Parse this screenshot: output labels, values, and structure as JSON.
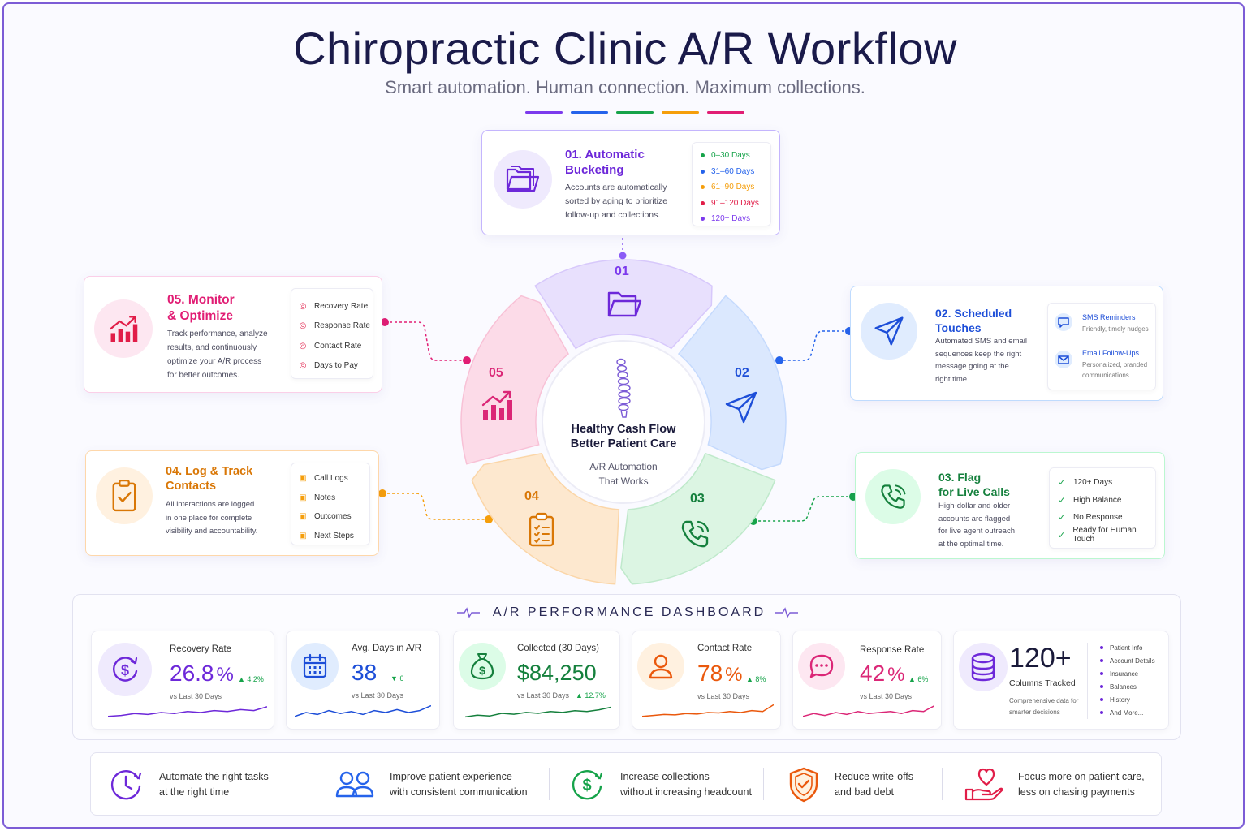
{
  "header": {
    "title": "Chiropractic Clinic A/R Workflow",
    "subtitle": "Smart automation. Human connection. Maximum collections.",
    "accent_colors": [
      "#7c3aed",
      "#2563eb",
      "#16a34a",
      "#f59e0b",
      "#e11d74"
    ]
  },
  "wheel": {
    "center_title_1": "Healthy Cash Flow",
    "center_title_2": "Better Patient Care",
    "center_sub_1": "A/R Automation",
    "center_sub_2": "That Works",
    "segments": [
      {
        "num": "01",
        "color": "#8b5cf6",
        "icon": "folder-icon"
      },
      {
        "num": "02",
        "color": "#3b82f6",
        "icon": "send-icon"
      },
      {
        "num": "03",
        "color": "#16a34a",
        "icon": "phone-icon"
      },
      {
        "num": "04",
        "color": "#f59e0b",
        "icon": "clipboard-icon"
      },
      {
        "num": "05",
        "color": "#e11d74",
        "icon": "chart-icon"
      }
    ]
  },
  "steps": {
    "s1": {
      "title_1": "01. Automatic",
      "title_2": "Bucketing",
      "desc": [
        "Accounts are automatically",
        "sorted by aging to prioritize",
        "follow-up and collections."
      ],
      "buckets": [
        {
          "label": "0–30 Days",
          "color": "#16a34a"
        },
        {
          "label": "31–60 Days",
          "color": "#2563eb"
        },
        {
          "label": "61–90 Days",
          "color": "#f59e0b"
        },
        {
          "label": "91–120 Days",
          "color": "#e11d48"
        },
        {
          "label": "120+ Days",
          "color": "#7c3aed"
        }
      ]
    },
    "s2": {
      "title_1": "02. Scheduled",
      "title_2": "Touches",
      "desc": [
        "Automated SMS and email",
        "sequences keep the right",
        "message going at the",
        "right time."
      ],
      "items": [
        {
          "title": "SMS Reminders",
          "sub_1": "Friendly, timely nudges",
          "sub_2": ""
        },
        {
          "title": "Email Follow-Ups",
          "sub_1": "Personalized, branded",
          "sub_2": "communications"
        }
      ]
    },
    "s3": {
      "title_1": "03. Flag",
      "title_2": "for Live Calls",
      "desc": [
        "High-dollar and older",
        "accounts are flagged",
        "for live agent outreach",
        "at the optimal time."
      ],
      "items": [
        "120+ Days",
        "High Balance",
        "No Response",
        "Ready for Human Touch"
      ]
    },
    "s4": {
      "title_1": "04. Log & Track",
      "title_2": "Contacts",
      "desc": [
        "All interactions are logged",
        "in one place for complete",
        "visibility and accountability."
      ],
      "items": [
        "Call Logs",
        "Notes",
        "Outcomes",
        "Next Steps"
      ]
    },
    "s5": {
      "title_1": "05. Monitor",
      "title_2": "& Optimize",
      "desc": [
        "Track performance, analyze",
        "results, and continuously",
        "optimize your A/R process",
        "for better outcomes."
      ],
      "items": [
        "Recovery Rate",
        "Response Rate",
        "Contact Rate",
        "Days to Pay"
      ]
    }
  },
  "dashboard": {
    "title": "A/R PERFORMANCE DASHBOARD",
    "metrics": [
      {
        "label": "Recovery Rate",
        "value": "26.8",
        "unit": "%",
        "delta": "▲ 4.2%",
        "vs": "vs Last 30 Days",
        "color": "#6d28d9",
        "spark": [
          0.3,
          0.35,
          0.45,
          0.4,
          0.5,
          0.45,
          0.55,
          0.5,
          0.6,
          0.55,
          0.65,
          0.6,
          0.8
        ]
      },
      {
        "label": "Avg. Days in A/R",
        "value": "38",
        "unit": "",
        "delta": "▼ 6",
        "vs": "vs Last 30 Days",
        "color": "#1d4ed8",
        "spark": [
          0.3,
          0.5,
          0.4,
          0.6,
          0.45,
          0.55,
          0.4,
          0.6,
          0.5,
          0.65,
          0.5,
          0.6,
          0.85
        ]
      },
      {
        "label": "Collected (30 Days)",
        "value": "$84,250",
        "unit": "",
        "delta": "▲ 12.7%",
        "vs": "vs Last 30 Days",
        "color": "#15803d",
        "spark": [
          0.3,
          0.4,
          0.35,
          0.5,
          0.45,
          0.55,
          0.5,
          0.6,
          0.55,
          0.65,
          0.6,
          0.7,
          0.85
        ]
      },
      {
        "label": "Contact Rate",
        "value": "78",
        "unit": "%",
        "delta": "▲ 8%",
        "vs": "vs Last 30 Days",
        "color": "#ea580c",
        "spark": [
          0.3,
          0.35,
          0.4,
          0.38,
          0.45,
          0.42,
          0.5,
          0.48,
          0.55,
          0.5,
          0.6,
          0.55,
          0.9
        ]
      },
      {
        "label": "Response Rate",
        "value": "42",
        "unit": "%",
        "delta": "▲ 6%",
        "vs": "vs Last 30 Days",
        "color": "#db2777",
        "spark": [
          0.3,
          0.45,
          0.35,
          0.5,
          0.4,
          0.55,
          0.45,
          0.5,
          0.55,
          0.45,
          0.6,
          0.55,
          0.85
        ]
      }
    ],
    "columns": {
      "value": "120+",
      "label": "Columns Tracked",
      "desc_1": "Comprehensive data for",
      "desc_2": "smarter decisions",
      "items": [
        "Patient Info",
        "Account Details",
        "Insurance",
        "Balances",
        "History",
        "And More..."
      ]
    }
  },
  "footer": {
    "items": [
      {
        "line1": "Automate the right tasks",
        "line2": "at the right time",
        "icon": "clock-icon",
        "color": "#6d28d9"
      },
      {
        "line1": "Improve patient experience",
        "line2": "with consistent communication",
        "icon": "users-icon",
        "color": "#2563eb"
      },
      {
        "line1": "Increase collections",
        "line2": "without increasing headcount",
        "icon": "dollar-cycle-icon",
        "color": "#16a34a"
      },
      {
        "line1": "Reduce write-offs",
        "line2": "and bad debt",
        "icon": "shield-check-icon",
        "color": "#ea580c"
      },
      {
        "line1": "Focus more on patient care,",
        "line2": "less on chasing payments",
        "icon": "heart-hand-icon",
        "color": "#e11d74"
      }
    ]
  }
}
